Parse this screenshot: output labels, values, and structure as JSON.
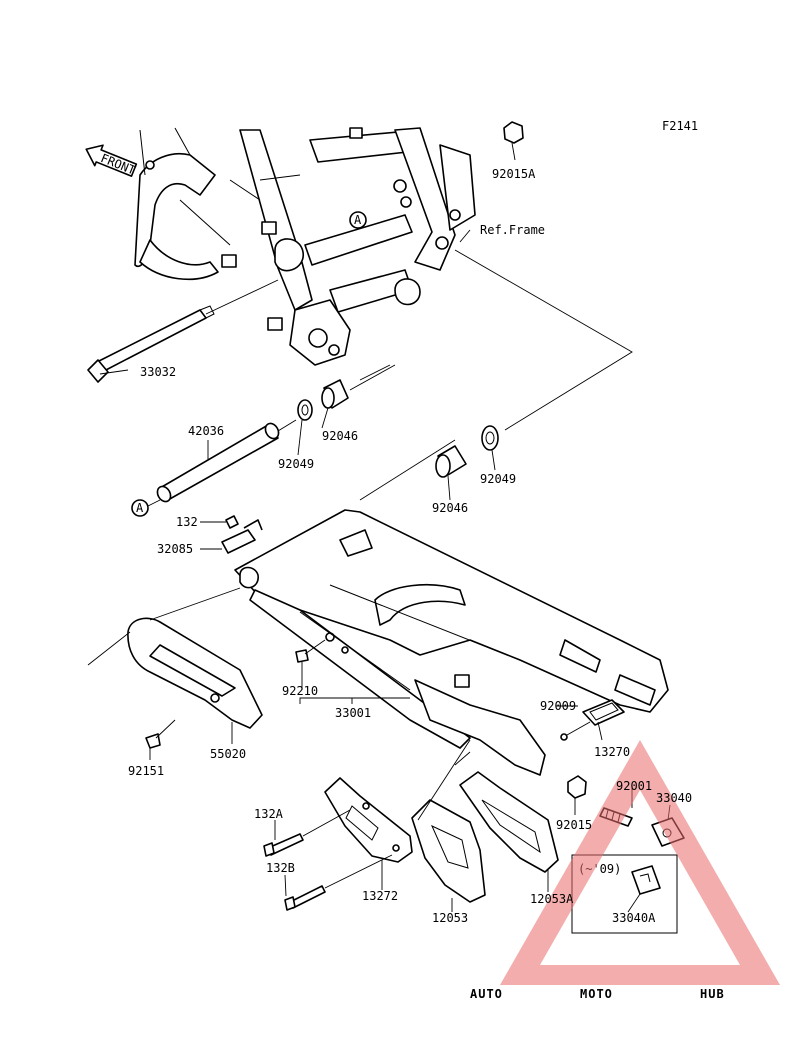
{
  "figure_code": "F2141",
  "ref_frame": "Ref.Frame",
  "front_label": "FRONT",
  "callout_a": "A",
  "variant_note": "(~'09)",
  "part_numbers": {
    "p92015A": "92015A",
    "p33032": "33032",
    "p42036": "42036",
    "p92049_left": "92049",
    "p92046_left": "92046",
    "p92046_right": "92046",
    "p92049_right": "92049",
    "p132": "132",
    "p32085": "32085",
    "p92210": "92210",
    "p33001": "33001",
    "p55020": "55020",
    "p92151": "92151",
    "p92009": "92009",
    "p13270": "13270",
    "p92001": "92001",
    "p33040": "33040",
    "p92015": "92015",
    "p132A": "132A",
    "p132B": "132B",
    "p13272": "13272",
    "p12053": "12053",
    "p12053A": "12053A",
    "p33040A": "33040A"
  },
  "watermark": {
    "part1": "AUTO",
    "part2": "MOTO",
    "part3": "HUB",
    "color_auto": "#f6b27a",
    "color_moto": "#f19a9a",
    "color_hub": "#9b9b9b",
    "triangle_color": "#e96a6a"
  }
}
